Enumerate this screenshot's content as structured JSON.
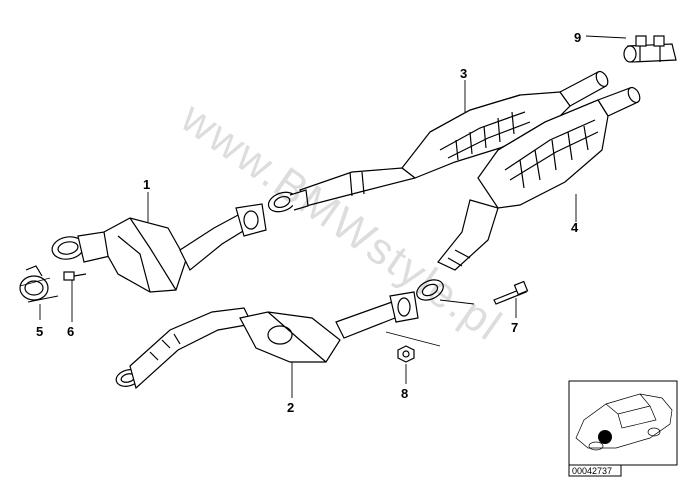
{
  "watermark": "www.BMWstyle.pl",
  "reference_code": "00042737",
  "callouts": [
    {
      "id": "1",
      "label": "1"
    },
    {
      "id": "2",
      "label": "2"
    },
    {
      "id": "3",
      "label": "3"
    },
    {
      "id": "4",
      "label": "4"
    },
    {
      "id": "5",
      "label": "5"
    },
    {
      "id": "6",
      "label": "6"
    },
    {
      "id": "7",
      "label": "7"
    },
    {
      "id": "8",
      "label": "8"
    },
    {
      "id": "9",
      "label": "9"
    }
  ]
}
